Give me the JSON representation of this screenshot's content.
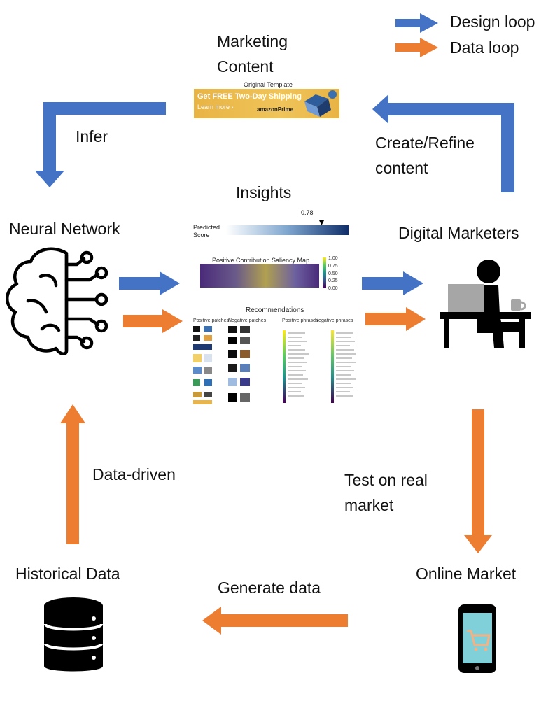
{
  "legend": {
    "design_loop": "Design loop",
    "data_loop": "Data loop",
    "design_color": "#4472C4",
    "data_color": "#ED7D31"
  },
  "nodes": {
    "marketing_content": "Marketing Content",
    "neural_network": "Neural Network",
    "digital_marketers": "Digital Marketers",
    "historical_data": "Historical Data",
    "online_market": "Online Market",
    "insights": "Insights"
  },
  "edges": {
    "infer": "Infer",
    "create_refine": "Create/Refine content",
    "data_driven": "Data-driven",
    "test_market": "Test on real market",
    "generate_data": "Generate data"
  },
  "template": {
    "caption": "Original Template",
    "headline": "Get FREE Two-Day Shipping",
    "learn_more": "Learn more ›",
    "brand": "amazonPrime"
  },
  "score": {
    "label": "Predicted Score",
    "value": "0.78",
    "fraction": 0.78
  },
  "saliency": {
    "title": "Positive Contribution Saliency Map",
    "ticks": [
      "1.00",
      "0.75",
      "0.50",
      "0.25",
      "0.00"
    ]
  },
  "recommendations": {
    "title": "Recommendations",
    "positive_patches": "Positive patches",
    "negative_patches": "Negative patches",
    "positive_phrases": "Positive phrases",
    "negative_phrases": "Negative phrases"
  },
  "icons": {
    "brain": "brain-circuit-icon",
    "marketer": "person-at-desk-icon",
    "database": "database-icon",
    "phone": "smartphone-cart-icon"
  }
}
